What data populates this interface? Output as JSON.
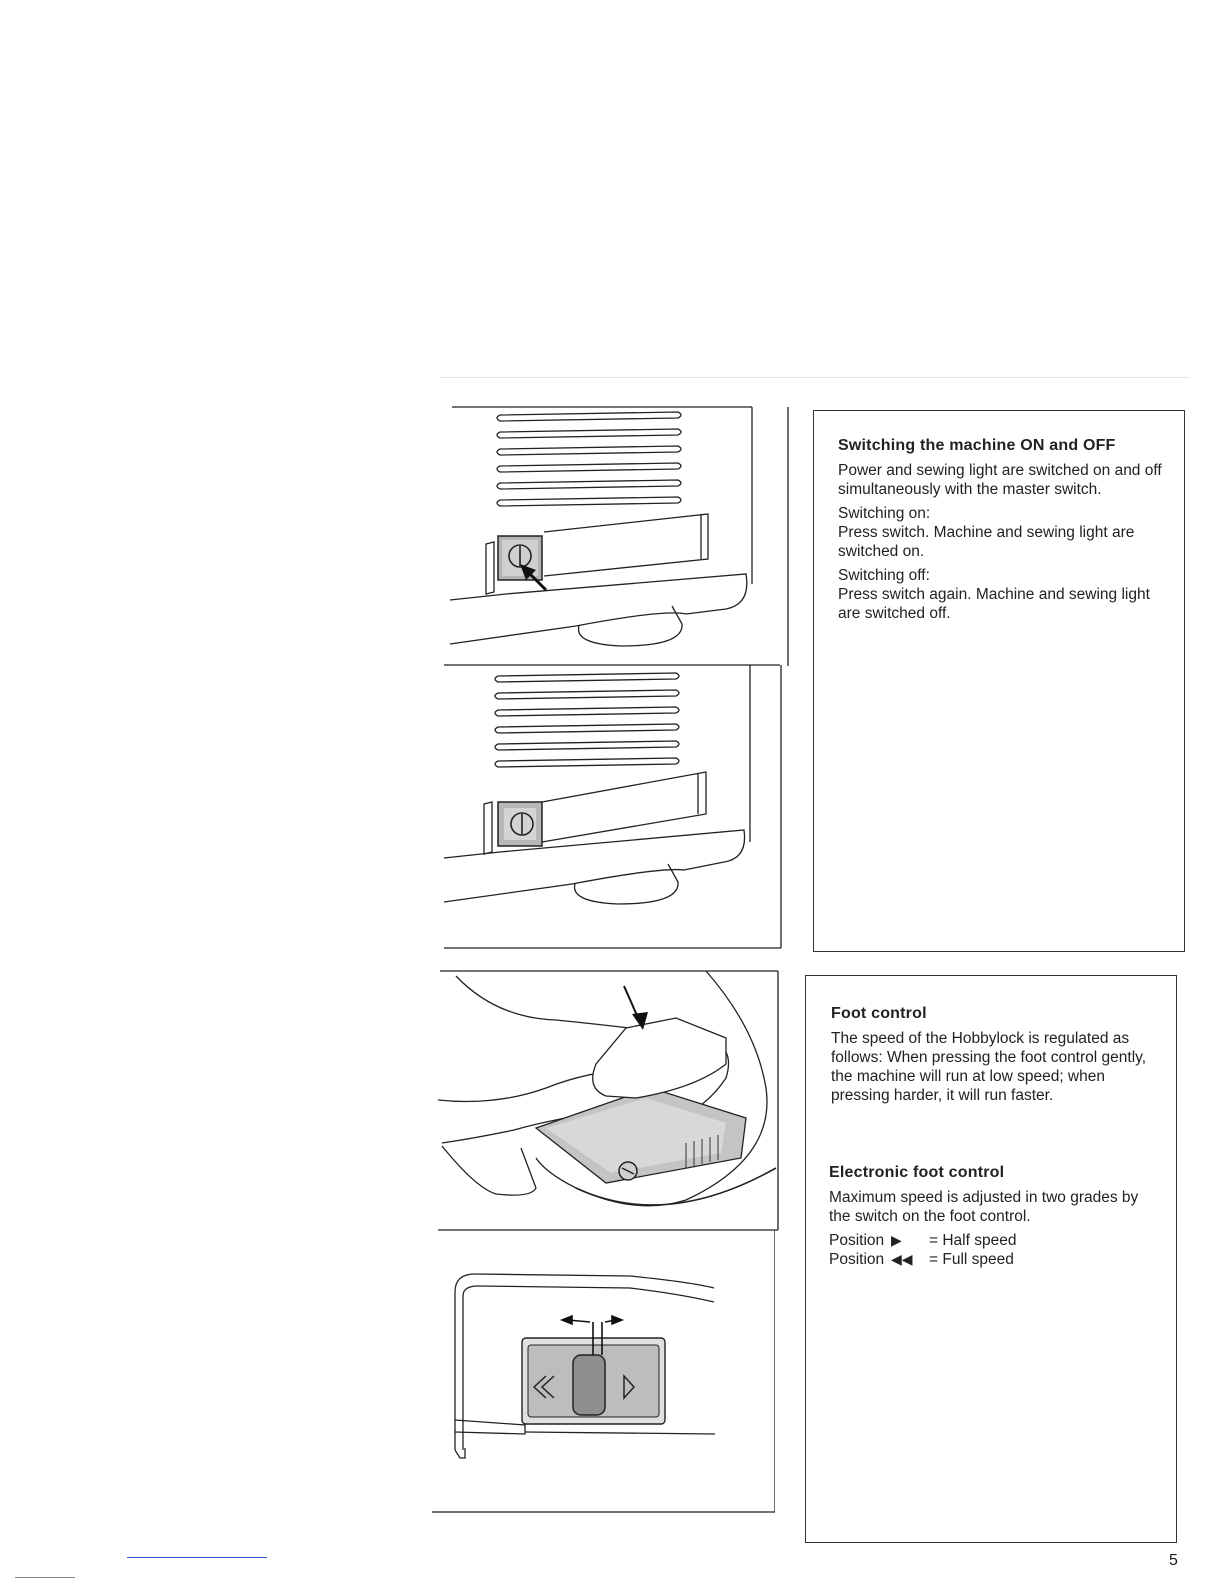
{
  "power_section": {
    "heading": "Switching the machine ON and OFF",
    "intro": "Power and sewing light are switched on and off simultaneously with the master switch.",
    "on_label": "Switching on:",
    "on_text": "Press switch. Machine and sewing light are switched on.",
    "off_label": "Switching off:",
    "off_text": "Press switch again. Machine and sewing light are switched off."
  },
  "foot_section": {
    "heading": "Foot control",
    "text": "The speed of the Hobbylock is regulated as follows: When pressing the foot control gently, the machine will run at low speed; when pressing harder, it will run faster."
  },
  "electronic_section": {
    "heading": "Electronic foot control",
    "text": "Maximum speed is adjusted in two grades by the switch on the foot control.",
    "positions": [
      {
        "label": "Position",
        "glyph": "▶",
        "value": "= Half speed"
      },
      {
        "label": "Position",
        "glyph": "◀◀",
        "value": "= Full speed"
      }
    ]
  },
  "page_number": "5"
}
